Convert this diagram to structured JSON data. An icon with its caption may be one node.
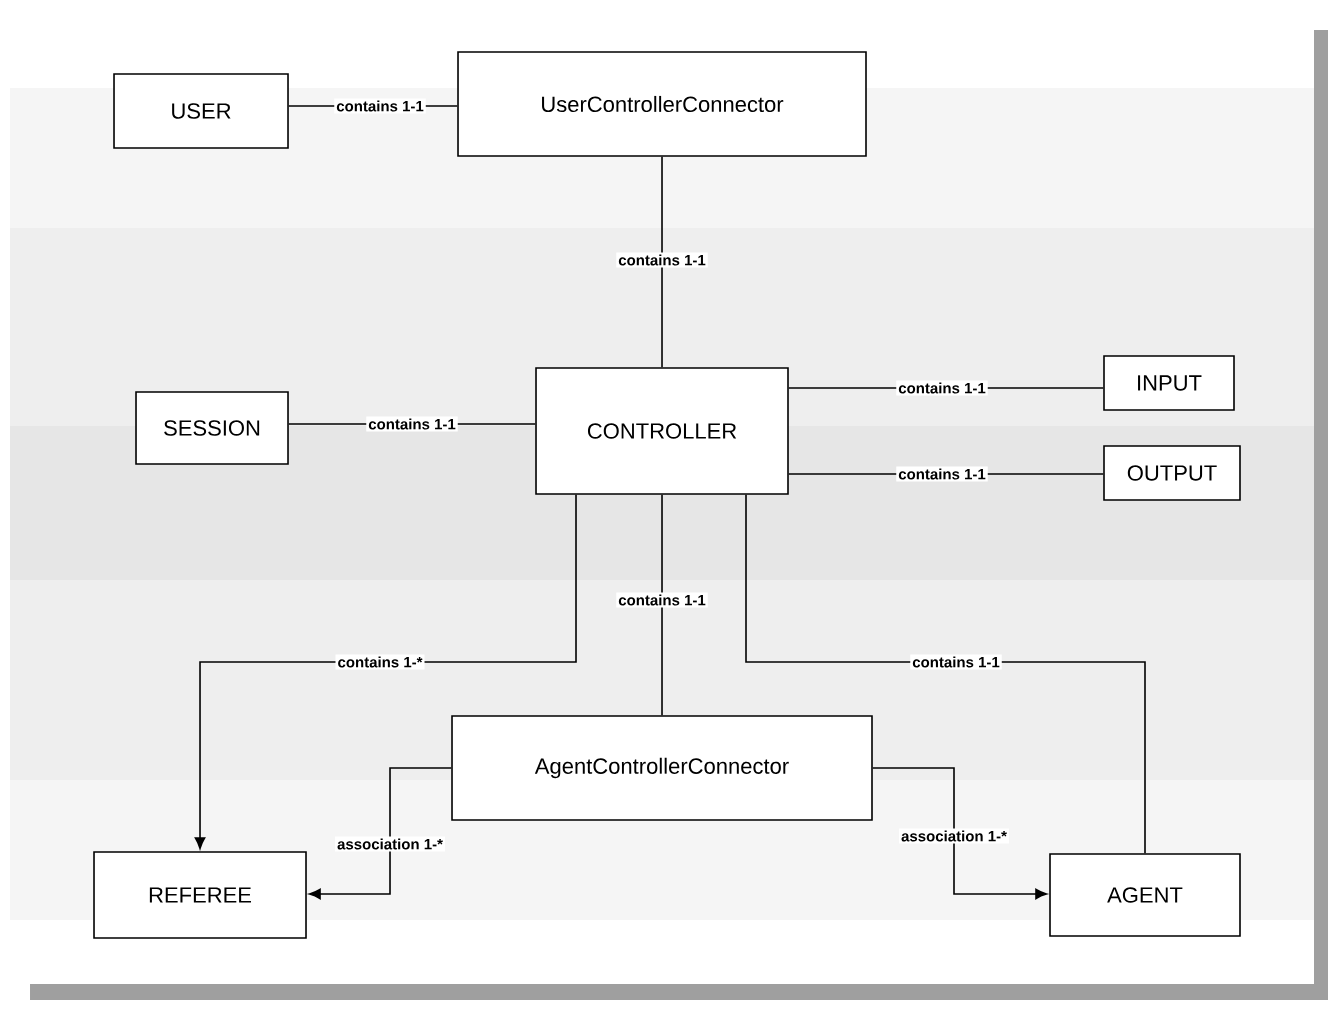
{
  "diagram": {
    "nodes": [
      {
        "text": [
          "USER"
        ]
      },
      {
        "text": [
          "UserControllerConnector"
        ]
      },
      {
        "text": [
          "SESSION"
        ]
      },
      {
        "text": [
          "CONTROLLER"
        ]
      },
      {
        "text": [
          "INPUT"
        ]
      },
      {
        "text": [
          "OUTPUT"
        ]
      },
      {
        "text": [
          "AgentControllerConnector"
        ]
      },
      {
        "text": [
          "REFEREE"
        ]
      },
      {
        "text": [
          "AGENT"
        ]
      }
    ],
    "edges": [
      {
        "from": 0,
        "to": 1,
        "arrow": "none",
        "label": "contains 1-1"
      },
      {
        "from": 1,
        "to": 3,
        "arrow": "none",
        "label": "contains 1-1"
      },
      {
        "from": 2,
        "to": 3,
        "arrow": "none",
        "label": "contains 1-1"
      },
      {
        "from": 3,
        "to": 4,
        "arrow": "none",
        "label": "contains 1-1"
      },
      {
        "from": 3,
        "to": 5,
        "arrow": "none",
        "label": "contains 1-1"
      },
      {
        "from": 3,
        "to": 6,
        "arrow": "none",
        "label": "contains 1-1"
      },
      {
        "from": 3,
        "to": 7,
        "arrow": "to",
        "label": "contains 1-*"
      },
      {
        "from": 3,
        "to": 8,
        "arrow": "none",
        "label": "contains 1-1"
      },
      {
        "from": 6,
        "to": 7,
        "arrow": "to",
        "label": "association 1-*"
      },
      {
        "from": 6,
        "to": 8,
        "arrow": "to",
        "label": "association 1-*"
      }
    ]
  }
}
